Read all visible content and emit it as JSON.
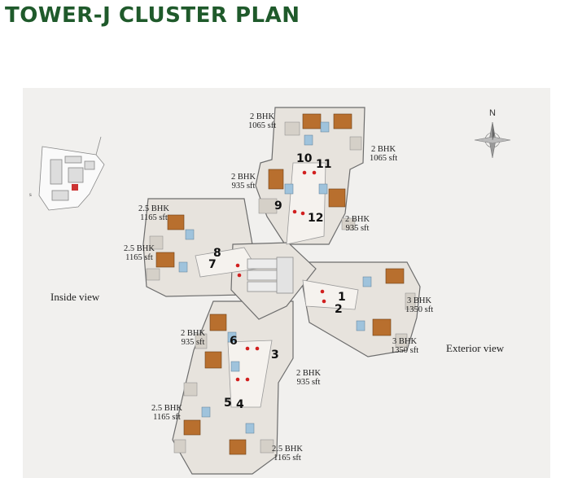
{
  "title": "TOWER-J CLUSTER PLAN",
  "views": {
    "inside": "Inside view",
    "exterior": "Exterior view"
  },
  "compass": {
    "north": "N"
  },
  "units": [
    {
      "id": "1",
      "label": "1"
    },
    {
      "id": "2",
      "label": "2"
    },
    {
      "id": "3",
      "label": "3"
    },
    {
      "id": "4",
      "label": "4"
    },
    {
      "id": "5",
      "label": "5"
    },
    {
      "id": "6",
      "label": "6"
    },
    {
      "id": "7",
      "label": "7"
    },
    {
      "id": "8",
      "label": "8"
    },
    {
      "id": "9",
      "label": "9"
    },
    {
      "id": "10",
      "label": "10"
    },
    {
      "id": "11",
      "label": "11"
    },
    {
      "id": "12",
      "label": "12"
    }
  ],
  "unit_labels": [
    {
      "type": "2 BHK",
      "area": "1065 sft"
    },
    {
      "type": "2 BHK",
      "area": "1065 sft"
    },
    {
      "type": "2 BHK",
      "area": "935 sft"
    },
    {
      "type": "2 BHK",
      "area": "935 sft"
    },
    {
      "type": "2.5 BHK",
      "area": "1165 sft"
    },
    {
      "type": "2.5 BHK",
      "area": "1165 sft"
    },
    {
      "type": "3 BHK",
      "area": "1350 sft"
    },
    {
      "type": "3 BHK",
      "area": "1350 sft"
    },
    {
      "type": "2 BHK",
      "area": "935 sft"
    },
    {
      "type": "2 BHK",
      "area": "935 sft"
    },
    {
      "type": "2.5 BHK",
      "area": "1165 sft"
    },
    {
      "type": "2.5 BHK",
      "area": "1165 sft"
    }
  ]
}
